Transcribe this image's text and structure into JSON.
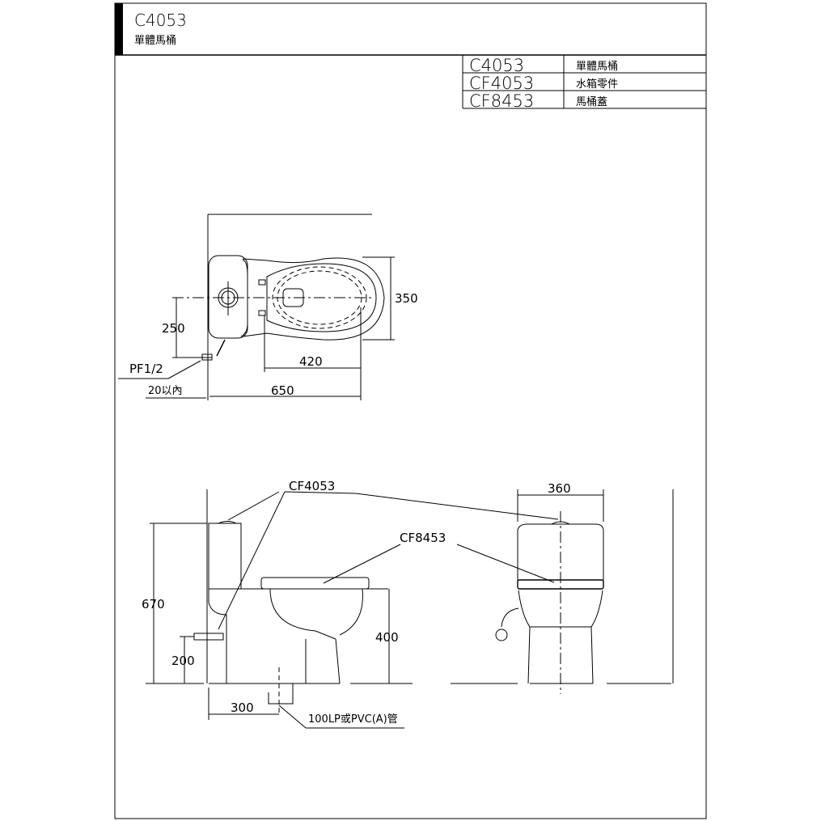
{
  "header": {
    "model": "C4053",
    "subtitle": "單體馬桶"
  },
  "parts_table": [
    {
      "code": "C4053",
      "name": "單體馬桶"
    },
    {
      "code": "CF4053",
      "name": "水箱零件"
    },
    {
      "code": "CF8453",
      "name": "馬桶蓋"
    }
  ],
  "top_view": {
    "width_dim": "350",
    "bowl_len_dim": "420",
    "total_len_dim": "650",
    "supply_offset_dim": "250",
    "supply_label": "PF1/2",
    "wall_gap_label": "20以內"
  },
  "side_view": {
    "tank_parts_label": "CF4053",
    "seat_label": "CF8453",
    "height_dim": "670",
    "supply_height_dim": "200",
    "seat_height_dim": "400",
    "rough_in_dim": "300",
    "drain_label": "100LP或PVC(A)管"
  },
  "front_view": {
    "width_dim": "360"
  }
}
